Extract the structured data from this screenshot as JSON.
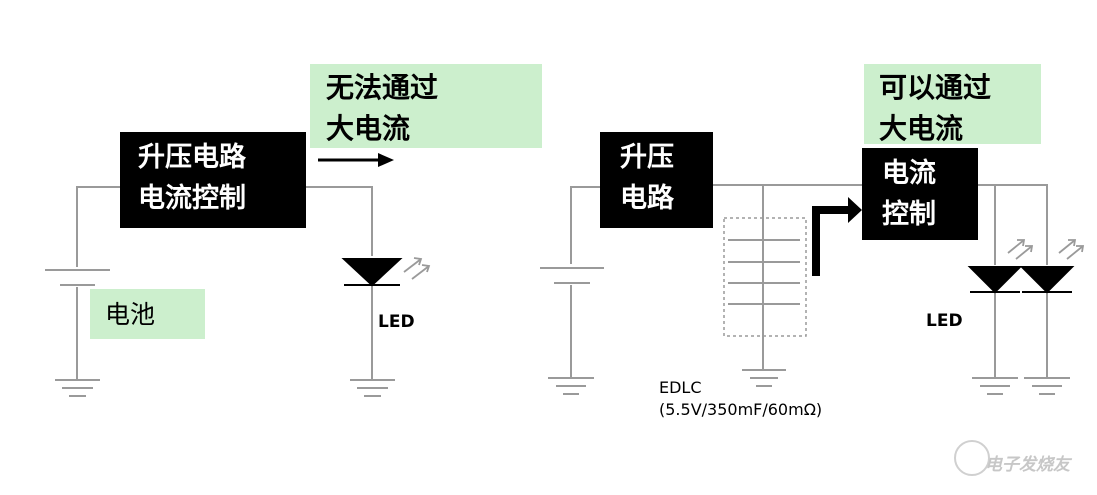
{
  "left_circuit": {
    "converter_label": "升压电路\n电流控制",
    "note_label": "无法通过\n大电流",
    "battery_label": "电池",
    "led_label": "LED"
  },
  "right_circuit": {
    "boost_label": "升压\n电路",
    "current_ctrl_label": "电流\n控制",
    "note_label": "可以通过\n大电流",
    "led_label": "LED",
    "edlc_label": "EDLC\n(5.5V/350mF/60mΩ)"
  },
  "watermark": {
    "text": "电子发烧友"
  },
  "colors": {
    "wire": "#9a9a9a",
    "box": "#000000",
    "note_bg": "#ccefcd"
  }
}
